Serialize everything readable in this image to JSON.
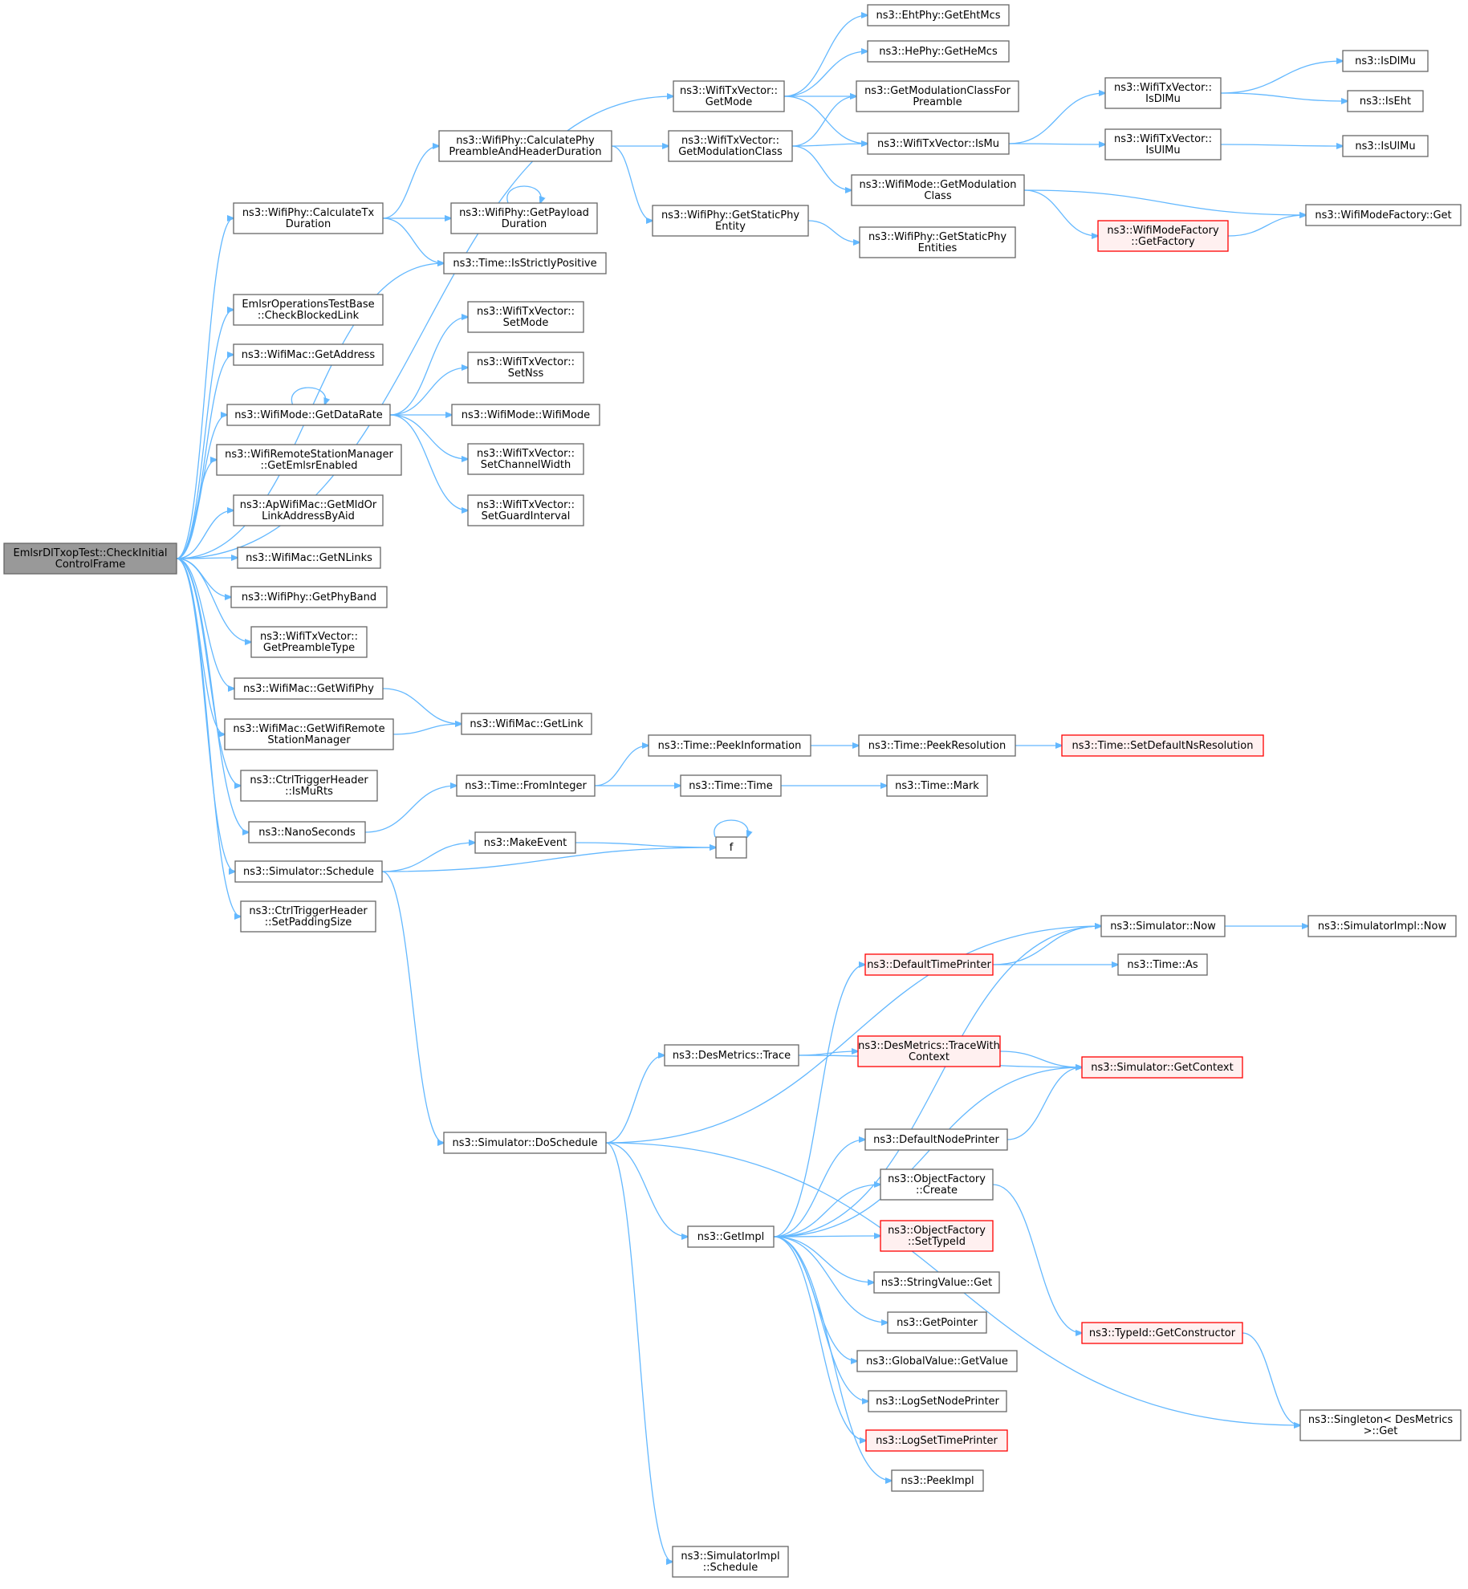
{
  "graph": {
    "nodes": [
      {
        "id": "root",
        "lines": [
          "EmlsrDlTxopTest::CheckInitial",
          "ControlFrame"
        ],
        "style": "root"
      },
      {
        "id": "n1",
        "lines": [
          "ns3::WifiPhy::CalculateTx",
          "Duration"
        ]
      },
      {
        "id": "n2",
        "lines": [
          "ns3::Time::IsStrictlyPositive"
        ]
      },
      {
        "id": "n3",
        "lines": [
          "EmlsrOperationsTestBase",
          "::CheckBlockedLink"
        ]
      },
      {
        "id": "n4",
        "lines": [
          "ns3::WifiMac::GetAddress"
        ]
      },
      {
        "id": "n5",
        "lines": [
          "ns3::WifiMode::GetDataRate"
        ]
      },
      {
        "id": "n6",
        "lines": [
          "ns3::WifiRemoteStationManager",
          "::GetEmlsrEnabled"
        ]
      },
      {
        "id": "n7",
        "lines": [
          "ns3::ApWifiMac::GetMldOr",
          "LinkAddressByAid"
        ]
      },
      {
        "id": "n8",
        "lines": [
          "ns3::WifiMac::GetNLinks"
        ]
      },
      {
        "id": "n9",
        "lines": [
          "ns3::WifiPhy::GetPhyBand"
        ]
      },
      {
        "id": "n10",
        "lines": [
          "ns3::WifiTxVector::",
          "GetPreambleType"
        ]
      },
      {
        "id": "n11",
        "lines": [
          "ns3::WifiMac::GetWifiPhy"
        ]
      },
      {
        "id": "n12",
        "lines": [
          "ns3::WifiMac::GetWifiRemote",
          "StationManager"
        ]
      },
      {
        "id": "n13",
        "lines": [
          "ns3::CtrlTriggerHeader",
          "::IsMuRts"
        ]
      },
      {
        "id": "n14",
        "lines": [
          "ns3::NanoSeconds"
        ]
      },
      {
        "id": "n15",
        "lines": [
          "ns3::Simulator::Schedule"
        ]
      },
      {
        "id": "n16",
        "lines": [
          "ns3::CtrlTriggerHeader",
          "::SetPaddingSize"
        ]
      },
      {
        "id": "n17",
        "lines": [
          "ns3::WifiTxVector::",
          "GetMode"
        ]
      },
      {
        "id": "n18",
        "lines": [
          "ns3::WifiPhy::CalculatePhy",
          "PreambleAndHeaderDuration"
        ]
      },
      {
        "id": "n19",
        "lines": [
          "ns3::WifiPhy::GetPayload",
          "Duration"
        ]
      },
      {
        "id": "n20",
        "lines": [
          "ns3::WifiTxVector::",
          "SetMode"
        ]
      },
      {
        "id": "n21",
        "lines": [
          "ns3::WifiTxVector::",
          "SetNss"
        ]
      },
      {
        "id": "n22",
        "lines": [
          "ns3::WifiMode::WifiMode"
        ]
      },
      {
        "id": "n23",
        "lines": [
          "ns3::WifiTxVector::",
          "SetChannelWidth"
        ]
      },
      {
        "id": "n24",
        "lines": [
          "ns3::WifiTxVector::",
          "SetGuardInterval"
        ]
      },
      {
        "id": "n25",
        "lines": [
          "ns3::WifiMac::GetLink"
        ]
      },
      {
        "id": "n26",
        "lines": [
          "ns3::Time::FromInteger"
        ]
      },
      {
        "id": "n27",
        "lines": [
          "ns3::MakeEvent"
        ]
      },
      {
        "id": "n28",
        "lines": [
          "f"
        ]
      },
      {
        "id": "n29",
        "lines": [
          "ns3::Simulator::DoSchedule"
        ]
      },
      {
        "id": "n30",
        "lines": [
          "ns3::WifiTxVector::",
          "GetModulationClass"
        ]
      },
      {
        "id": "n31",
        "lines": [
          "ns3::WifiPhy::GetStaticPhy",
          "Entity"
        ]
      },
      {
        "id": "n32",
        "lines": [
          "ns3::Time::PeekInformation"
        ]
      },
      {
        "id": "n33",
        "lines": [
          "ns3::Time::Time"
        ]
      },
      {
        "id": "n34",
        "lines": [
          "ns3::DesMetrics::Trace"
        ]
      },
      {
        "id": "n35",
        "lines": [
          "ns3::GetImpl"
        ]
      },
      {
        "id": "n36",
        "lines": [
          "ns3::SimulatorImpl",
          "::Schedule"
        ]
      },
      {
        "id": "n37",
        "lines": [
          "ns3::EhtPhy::GetEhtMcs"
        ]
      },
      {
        "id": "n38",
        "lines": [
          "ns3::HePhy::GetHeMcs"
        ]
      },
      {
        "id": "n39",
        "lines": [
          "ns3::GetModulationClassFor",
          "Preamble"
        ]
      },
      {
        "id": "n40",
        "lines": [
          "ns3::WifiTxVector::IsMu"
        ]
      },
      {
        "id": "n41",
        "lines": [
          "ns3::WifiMode::GetModulation",
          "Class"
        ]
      },
      {
        "id": "n42",
        "lines": [
          "ns3::WifiPhy::GetStaticPhy",
          "Entities"
        ]
      },
      {
        "id": "n43",
        "lines": [
          "ns3::Time::PeekResolution"
        ]
      },
      {
        "id": "n44",
        "lines": [
          "ns3::Time::Mark"
        ]
      },
      {
        "id": "n45",
        "lines": [
          "ns3::DefaultTimePrinter"
        ],
        "style": "red"
      },
      {
        "id": "n46",
        "lines": [
          "ns3::DesMetrics::TraceWith",
          "Context"
        ],
        "style": "red"
      },
      {
        "id": "n47",
        "lines": [
          "ns3::DefaultNodePrinter"
        ]
      },
      {
        "id": "n48",
        "lines": [
          "ns3::ObjectFactory",
          "::Create"
        ]
      },
      {
        "id": "n49",
        "lines": [
          "ns3::ObjectFactory",
          "::SetTypeId"
        ],
        "style": "red"
      },
      {
        "id": "n50",
        "lines": [
          "ns3::StringValue::Get"
        ]
      },
      {
        "id": "n51",
        "lines": [
          "ns3::GetPointer"
        ]
      },
      {
        "id": "n52",
        "lines": [
          "ns3::GlobalValue::GetValue"
        ]
      },
      {
        "id": "n53",
        "lines": [
          "ns3::LogSetNodePrinter"
        ]
      },
      {
        "id": "n54",
        "lines": [
          "ns3::LogSetTimePrinter"
        ],
        "style": "red"
      },
      {
        "id": "n55",
        "lines": [
          "ns3::PeekImpl"
        ]
      },
      {
        "id": "n56",
        "lines": [
          "ns3::WifiTxVector::",
          "IsDlMu"
        ]
      },
      {
        "id": "n57",
        "lines": [
          "ns3::WifiTxVector::",
          "IsUlMu"
        ]
      },
      {
        "id": "n58",
        "lines": [
          "ns3::WifiModeFactory",
          "::GetFactory"
        ],
        "style": "red"
      },
      {
        "id": "n59",
        "lines": [
          "ns3::WifiModeFactory::Get"
        ]
      },
      {
        "id": "n60",
        "lines": [
          "ns3::Time::SetDefaultNsResolution"
        ],
        "style": "red"
      },
      {
        "id": "n61",
        "lines": [
          "ns3::Simulator::Now"
        ]
      },
      {
        "id": "n62",
        "lines": [
          "ns3::Time::As"
        ]
      },
      {
        "id": "n63",
        "lines": [
          "ns3::Simulator::GetContext"
        ],
        "style": "red"
      },
      {
        "id": "n64",
        "lines": [
          "ns3::TypeId::GetConstructor"
        ],
        "style": "red"
      },
      {
        "id": "n65",
        "lines": [
          "ns3::IsDlMu"
        ]
      },
      {
        "id": "n66",
        "lines": [
          "ns3::IsEht"
        ]
      },
      {
        "id": "n67",
        "lines": [
          "ns3::IsUlMu"
        ]
      },
      {
        "id": "n68",
        "lines": [
          "ns3::SimulatorImpl::Now"
        ]
      },
      {
        "id": "n69",
        "lines": [
          "ns3::Singleton< DesMetrics",
          " >::Get"
        ]
      }
    ],
    "edges": [
      [
        "root",
        "n17"
      ],
      [
        "root",
        "n1"
      ],
      [
        "root",
        "n2"
      ],
      [
        "root",
        "n3"
      ],
      [
        "root",
        "n4"
      ],
      [
        "root",
        "n5"
      ],
      [
        "root",
        "n6"
      ],
      [
        "root",
        "n7"
      ],
      [
        "root",
        "n8"
      ],
      [
        "root",
        "n9"
      ],
      [
        "root",
        "n10"
      ],
      [
        "root",
        "n11"
      ],
      [
        "root",
        "n12"
      ],
      [
        "root",
        "n13"
      ],
      [
        "root",
        "n14"
      ],
      [
        "root",
        "n15"
      ],
      [
        "root",
        "n16"
      ],
      [
        "n1",
        "n18"
      ],
      [
        "n1",
        "n19"
      ],
      [
        "n1",
        "n2"
      ],
      [
        "n19",
        "n19"
      ],
      [
        "n5",
        "n5"
      ],
      [
        "n5",
        "n20"
      ],
      [
        "n5",
        "n21"
      ],
      [
        "n5",
        "n22"
      ],
      [
        "n5",
        "n23"
      ],
      [
        "n5",
        "n24"
      ],
      [
        "n11",
        "n25"
      ],
      [
        "n12",
        "n25"
      ],
      [
        "n14",
        "n26"
      ],
      [
        "n15",
        "n27"
      ],
      [
        "n15",
        "n28"
      ],
      [
        "n15",
        "n29"
      ],
      [
        "n27",
        "n28"
      ],
      [
        "n28",
        "n28"
      ],
      [
        "n17",
        "n37"
      ],
      [
        "n17",
        "n38"
      ],
      [
        "n17",
        "n39"
      ],
      [
        "n17",
        "n40"
      ],
      [
        "n18",
        "n30"
      ],
      [
        "n18",
        "n31"
      ],
      [
        "n30",
        "n39"
      ],
      [
        "n30",
        "n40"
      ],
      [
        "n30",
        "n41"
      ],
      [
        "n31",
        "n42"
      ],
      [
        "n40",
        "n56"
      ],
      [
        "n40",
        "n57"
      ],
      [
        "n56",
        "n65"
      ],
      [
        "n56",
        "n66"
      ],
      [
        "n57",
        "n67"
      ],
      [
        "n41",
        "n59"
      ],
      [
        "n41",
        "n58"
      ],
      [
        "n58",
        "n59"
      ],
      [
        "n26",
        "n32"
      ],
      [
        "n26",
        "n33"
      ],
      [
        "n32",
        "n43"
      ],
      [
        "n43",
        "n60"
      ],
      [
        "n33",
        "n44"
      ],
      [
        "n29",
        "n61"
      ],
      [
        "n29",
        "n34"
      ],
      [
        "n29",
        "n35"
      ],
      [
        "n29",
        "n69"
      ],
      [
        "n29",
        "n36"
      ],
      [
        "n34",
        "n46"
      ],
      [
        "n34",
        "n63"
      ],
      [
        "n46",
        "n63"
      ],
      [
        "n35",
        "n61"
      ],
      [
        "n35",
        "n45"
      ],
      [
        "n35",
        "n63"
      ],
      [
        "n35",
        "n47"
      ],
      [
        "n35",
        "n48"
      ],
      [
        "n35",
        "n49"
      ],
      [
        "n35",
        "n50"
      ],
      [
        "n35",
        "n51"
      ],
      [
        "n35",
        "n52"
      ],
      [
        "n35",
        "n53"
      ],
      [
        "n35",
        "n54"
      ],
      [
        "n35",
        "n55"
      ],
      [
        "n45",
        "n61"
      ],
      [
        "n45",
        "n62"
      ],
      [
        "n47",
        "n63"
      ],
      [
        "n48",
        "n64"
      ],
      [
        "n64",
        "n69"
      ],
      [
        "n61",
        "n68"
      ]
    ]
  }
}
